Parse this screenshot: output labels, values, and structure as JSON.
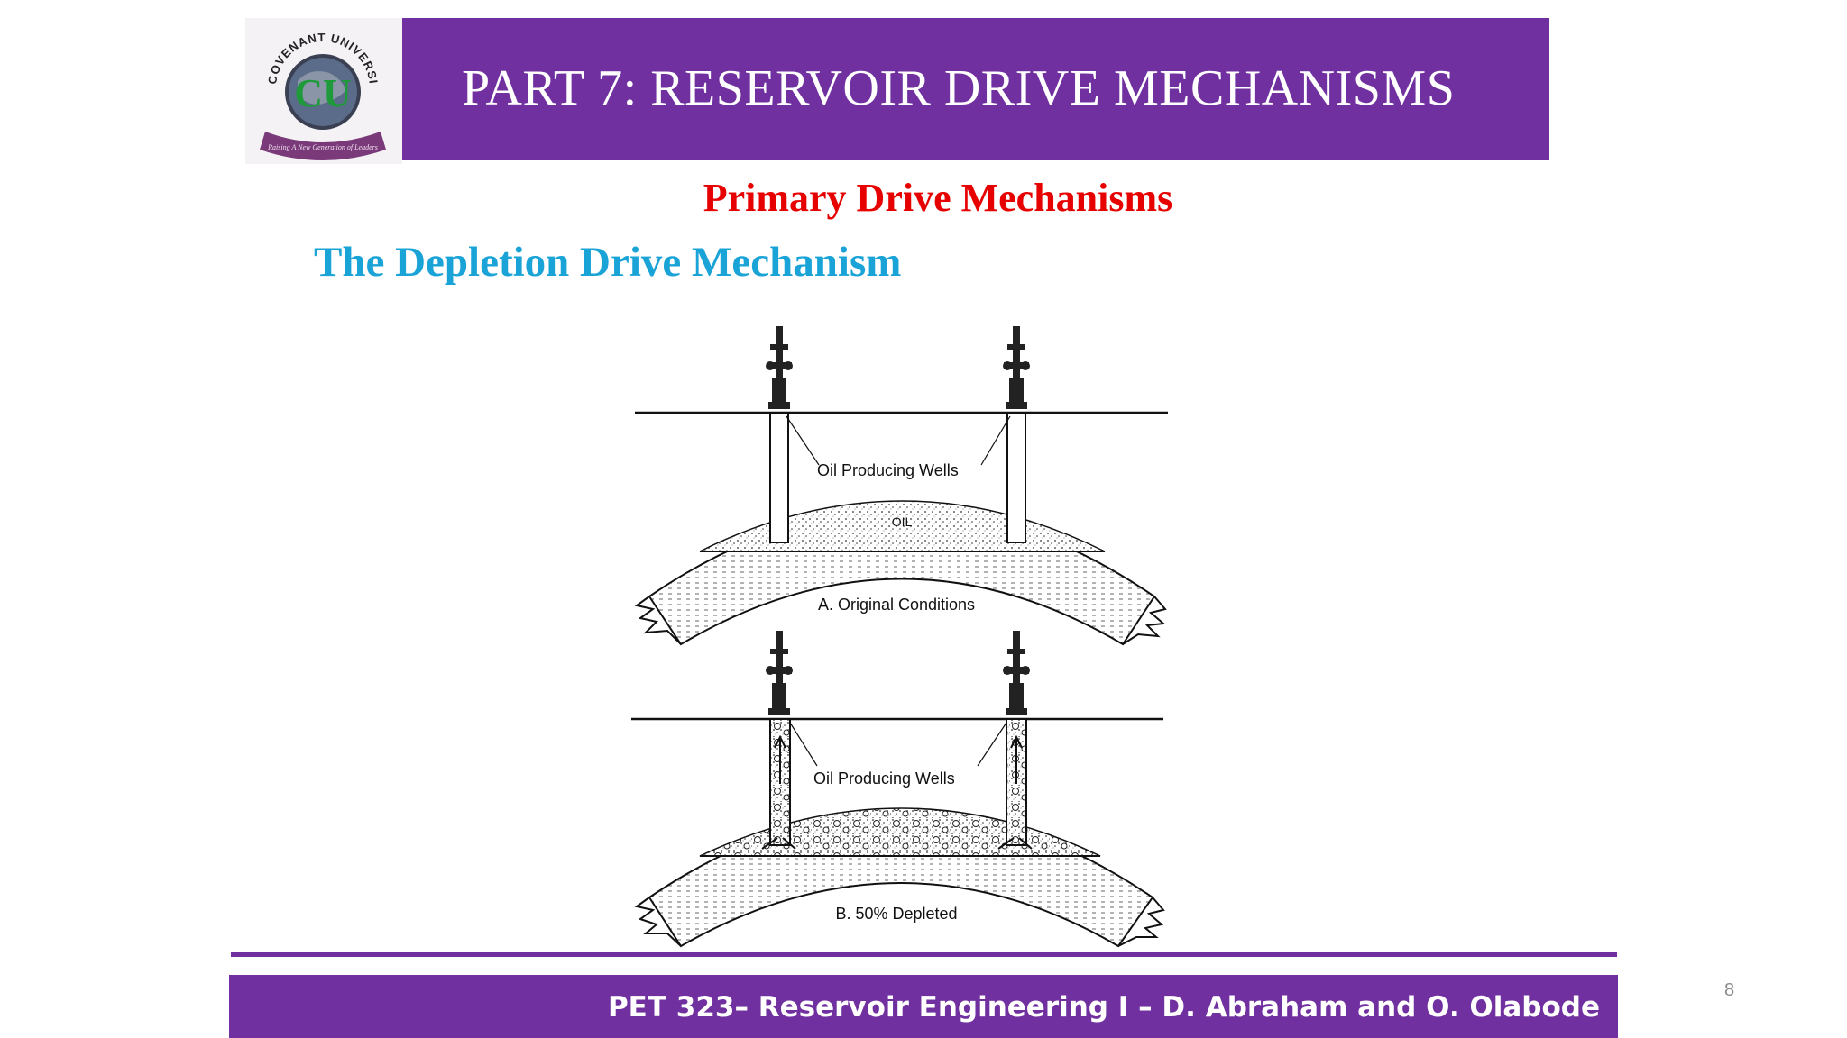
{
  "slide": {
    "title": "PART 7: RESERVOIR DRIVE MECHANISMS",
    "heading_primary": "Primary Drive Mechanisms",
    "heading_subsection": "The Depletion Drive Mechanism",
    "page_number": "8"
  },
  "logo": {
    "ring_text": "COVENANT UNIVERSITY",
    "monogram": "CU",
    "ribbon_text": "Raising A New Generation of Leaders"
  },
  "diagram": {
    "panel_a": {
      "wells_label": "Oil Producing Wells",
      "zone_label": "OIL",
      "caption": "A. Original Conditions"
    },
    "panel_b": {
      "wells_label": "Oil Producing Wells",
      "caption": "B. 50% Depleted"
    }
  },
  "footer": {
    "text": "PET 323– Reservoir Engineering I – D. Abraham and  O. Olabode"
  },
  "colors": {
    "brand_purple": "#7030a0",
    "heading_red": "#e60000",
    "heading_blue": "#1aa3d6"
  }
}
